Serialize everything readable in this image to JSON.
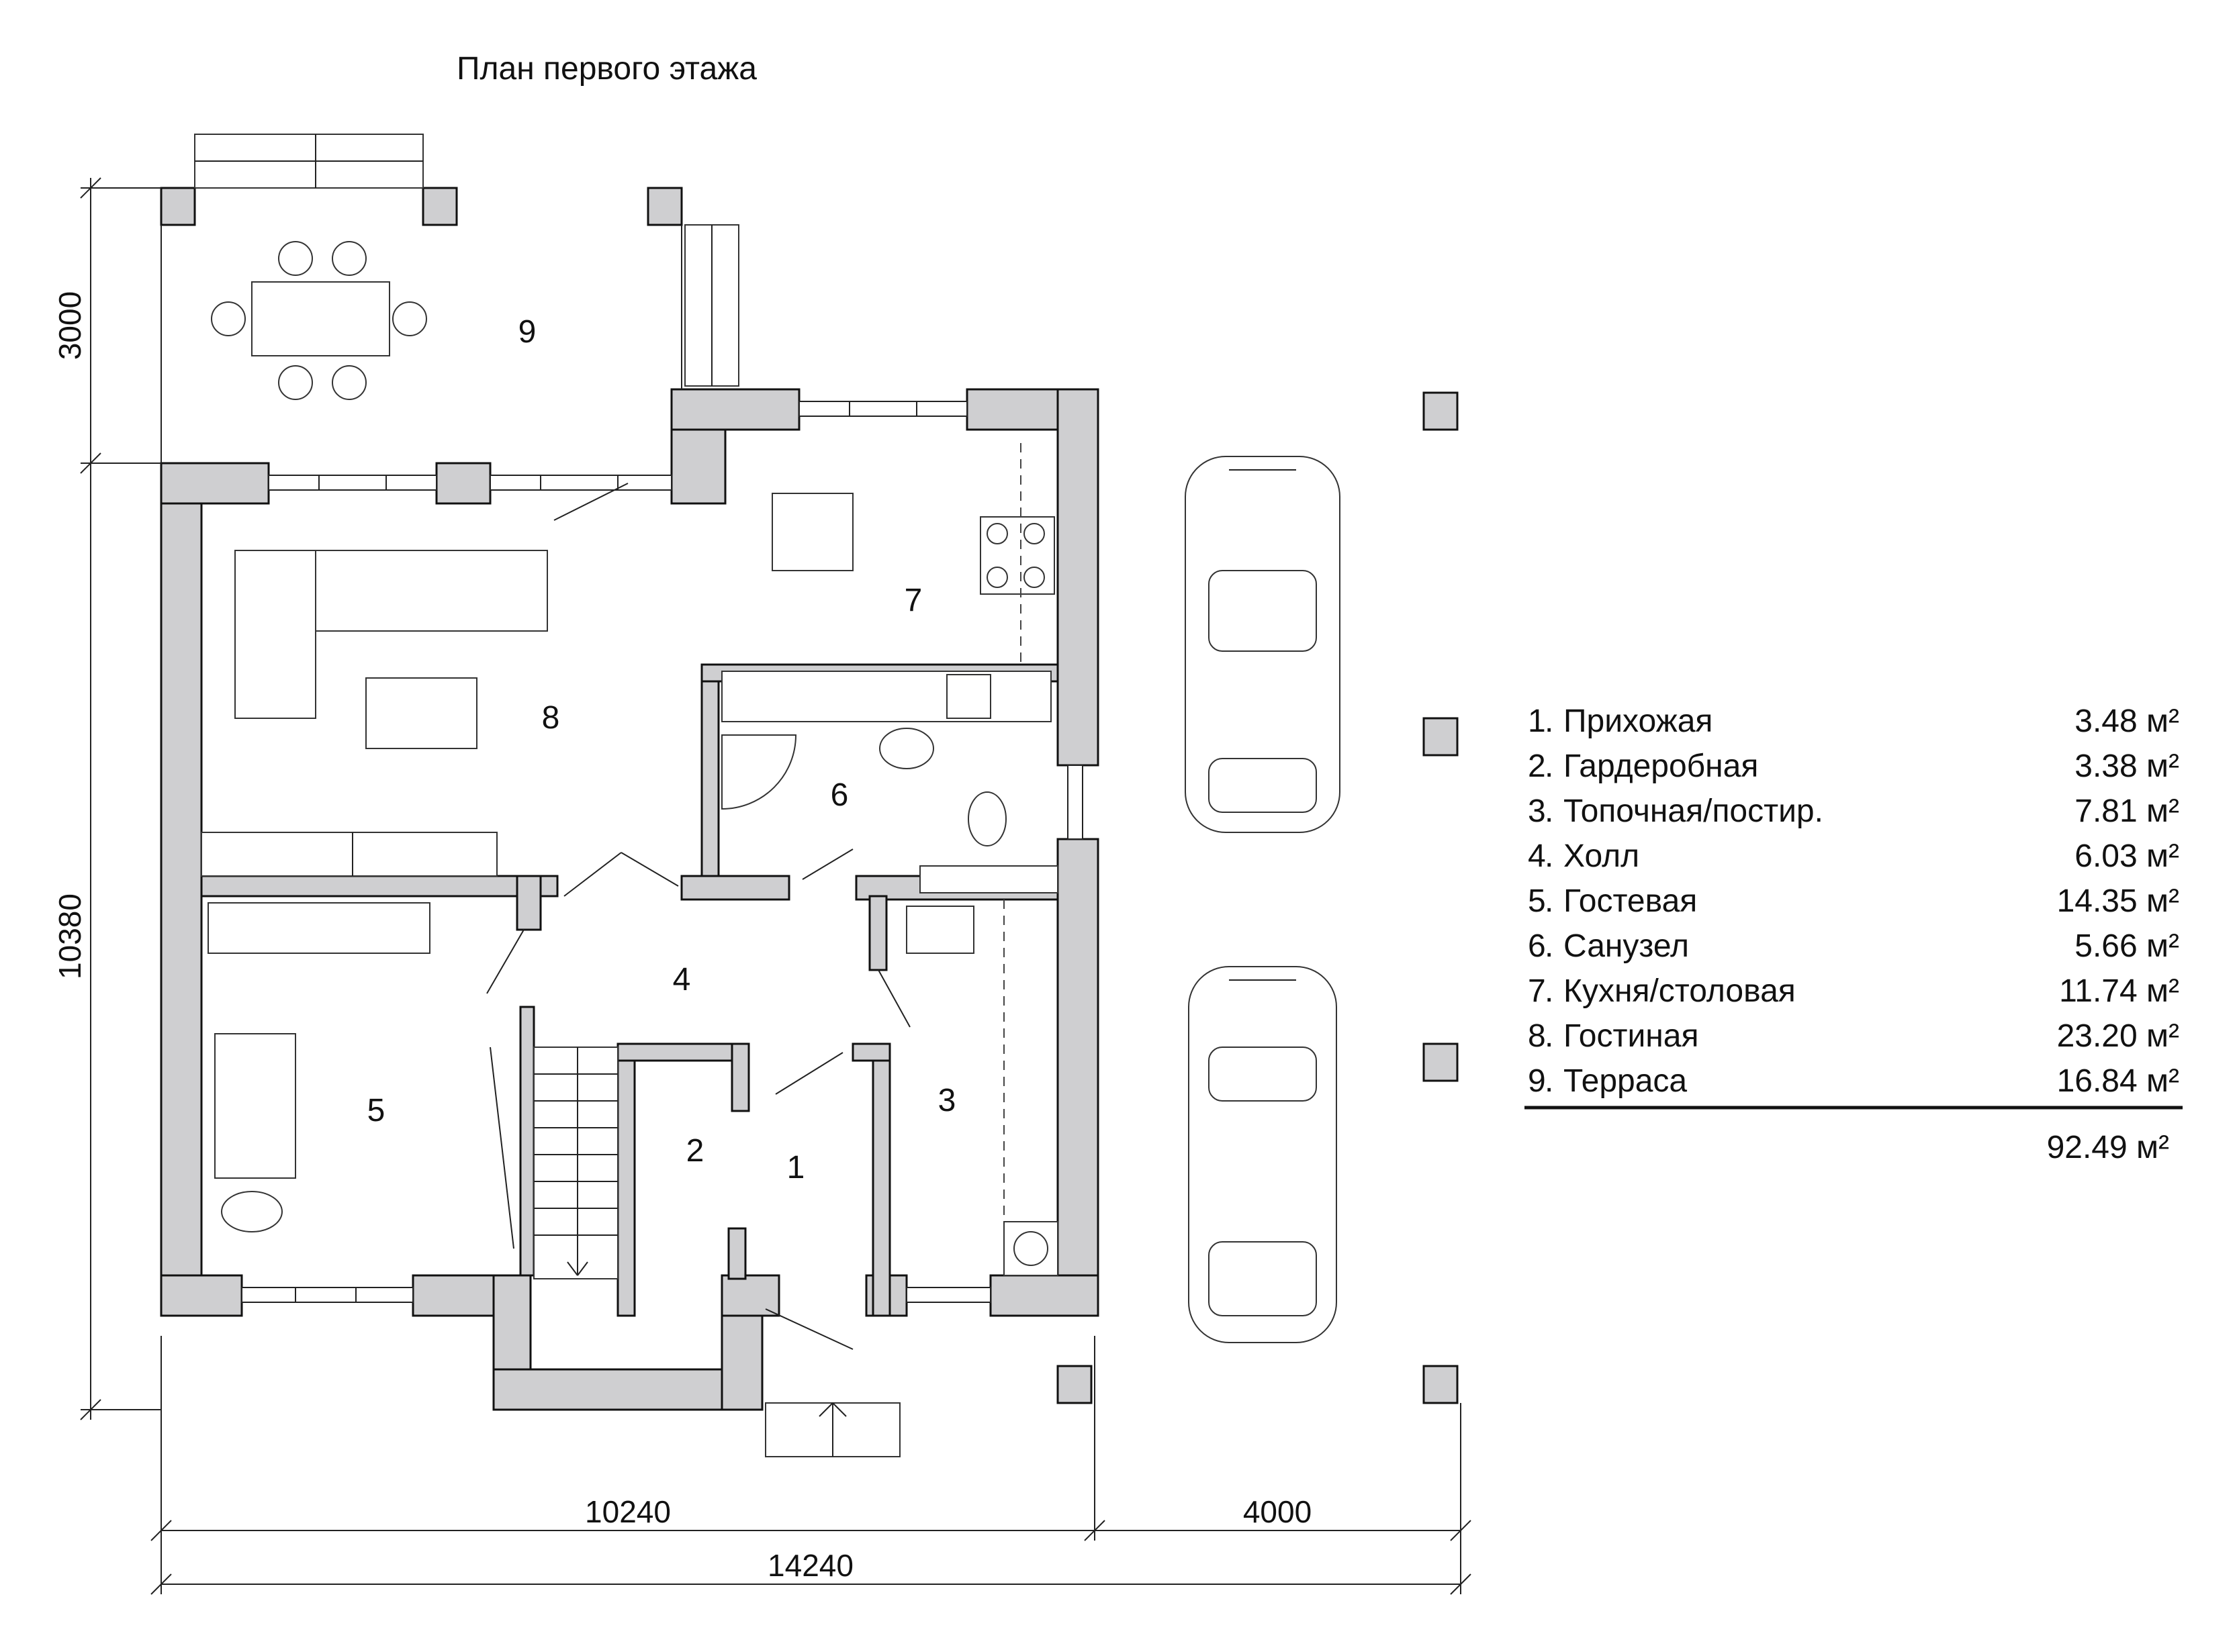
{
  "title": "План первого этажа",
  "rooms": [
    {
      "num": "1",
      "name": "Прихожая",
      "area": "3.48 м²"
    },
    {
      "num": "2",
      "name": "Гардеробная",
      "area": "3.38 м²"
    },
    {
      "num": "3",
      "name": "Топочная/постир.",
      "area": "7.81 м²"
    },
    {
      "num": "4",
      "name": "Холл",
      "area": "6.03 м²"
    },
    {
      "num": "5",
      "name": "Гостевая",
      "area": "14.35 м²"
    },
    {
      "num": "6",
      "name": "Санузел",
      "area": "5.66 м²"
    },
    {
      "num": "7",
      "name": "Кухня/столовая",
      "area": "11.74 м²"
    },
    {
      "num": "8",
      "name": "Гостиная",
      "area": "23.20 м²"
    },
    {
      "num": "9",
      "name": "Терраса",
      "area": "16.84 м²"
    }
  ],
  "total_area": "92.49 м²",
  "dimensions": {
    "house_width": "10240",
    "carport_width": "4000",
    "total_width": "14240",
    "terrace_depth": "3000",
    "house_depth": "10380"
  },
  "colors": {
    "wall": "#cfcfd1",
    "line": "#111111",
    "background": "#ffffff"
  }
}
